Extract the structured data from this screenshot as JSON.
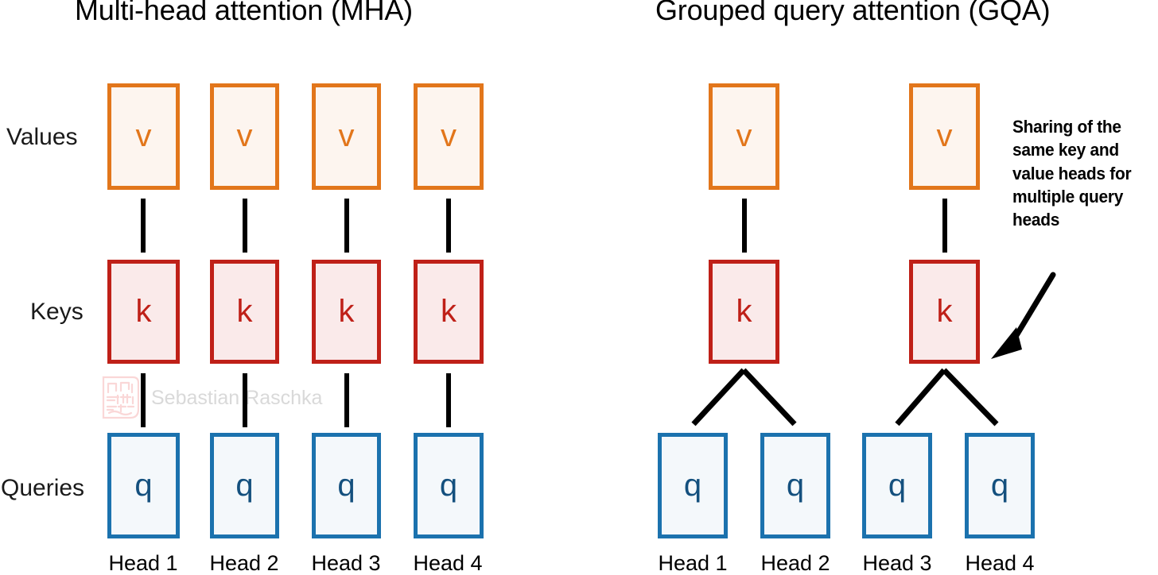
{
  "panels": [
    {
      "id": "mha",
      "title": "Multi-head attention (MHA)",
      "rows": [
        {
          "name": "values",
          "label": "Values",
          "token": "v",
          "count": 4
        },
        {
          "name": "keys",
          "label": "Keys",
          "token": "k",
          "count": 4
        },
        {
          "name": "queries",
          "label": "Queries",
          "token": "q",
          "count": 4
        }
      ],
      "head_labels": [
        "Head 1",
        "Head 2",
        "Head 3",
        "Head 4"
      ]
    },
    {
      "id": "gqa",
      "title": "Grouped query attention (GQA)",
      "rows": [
        {
          "name": "values",
          "label": "Values",
          "token": "v",
          "count": 2
        },
        {
          "name": "keys",
          "label": "Keys",
          "token": "k",
          "count": 2
        },
        {
          "name": "queries",
          "label": "Queries",
          "token": "q",
          "count": 4
        }
      ],
      "head_labels": [
        "Head 1",
        "Head 2",
        "Head 3",
        "Head 4"
      ]
    }
  ],
  "row_labels": {
    "values": "Values",
    "keys": "Keys",
    "queries": "Queries"
  },
  "tokens": {
    "value": "v",
    "key": "k",
    "query": "q"
  },
  "annotation": {
    "text": "Sharing of the same key and value heads for multiple query heads",
    "arrow": "arrow-down-left"
  },
  "watermark": {
    "text": "Sebastian Raschka",
    "logo": "circuit-board-logo"
  },
  "colors": {
    "value_border": "#E2761B",
    "value_fill": "#FDF5EF",
    "key_border": "#BF2018",
    "key_fill": "#FAEAEA",
    "query_border": "#1B72AE",
    "query_fill": "#F4F8FB",
    "query_text": "#14507E",
    "connector": "#000000",
    "background": "#FFFFFF",
    "watermark_text": "#D9D9D9"
  }
}
